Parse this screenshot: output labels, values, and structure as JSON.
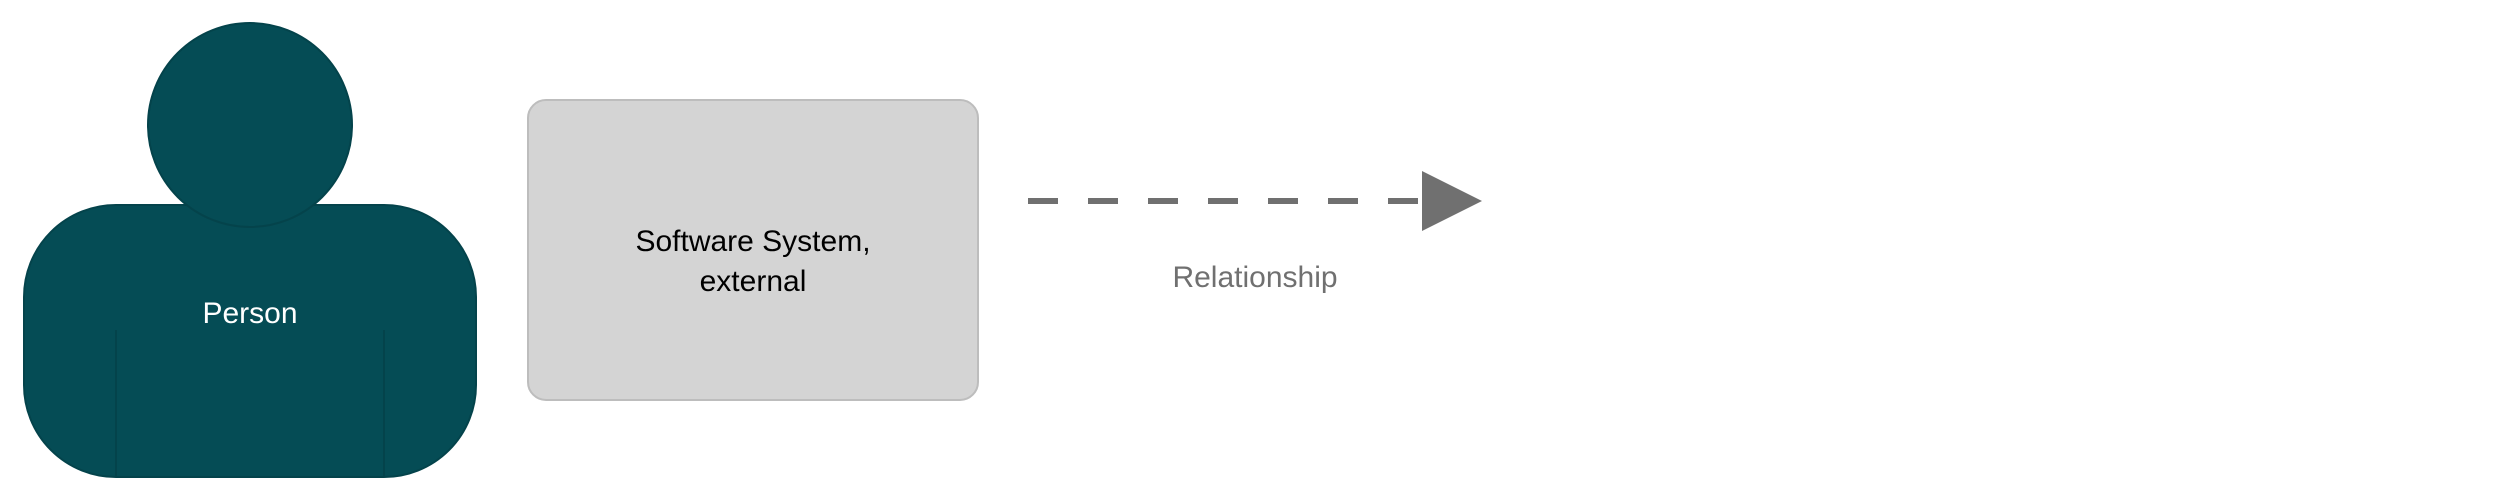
{
  "legend": {
    "person": {
      "label": "Person",
      "fill": "#054C55",
      "text_color": "#FFFFFF"
    },
    "software_system_external": {
      "label_line1": "Software System,",
      "label_line2": "external",
      "fill": "#D4D4D4",
      "stroke": "#BDBDBD",
      "text_color": "#000000"
    },
    "relationship": {
      "label": "Relationship",
      "color": "#707070",
      "line_style": "dashed"
    }
  }
}
